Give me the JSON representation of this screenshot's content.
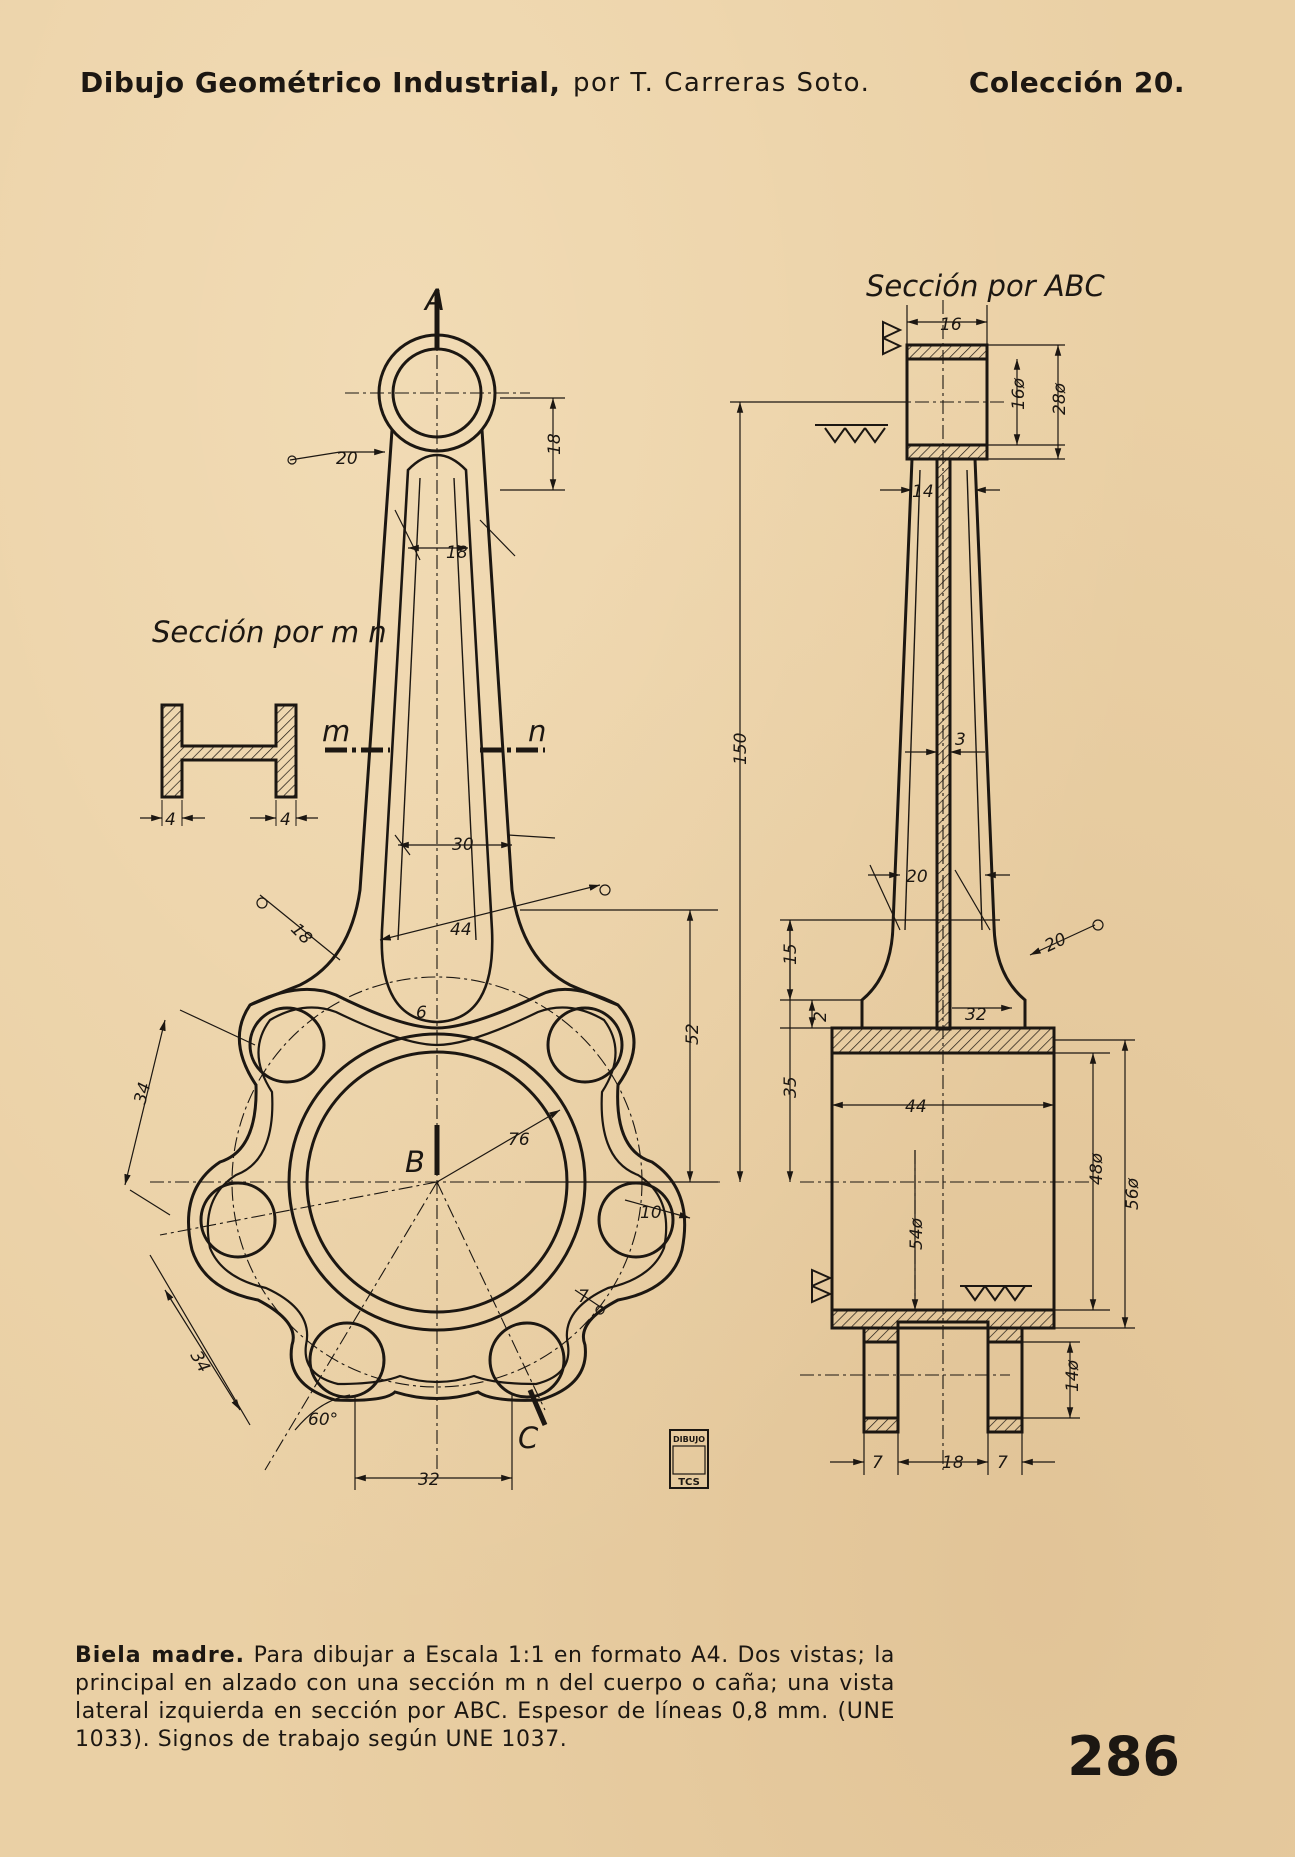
{
  "header": {
    "title": "Dibujo Geométrico Industrial,",
    "author": "por T. Carreras Soto.",
    "collection": "Colección 20."
  },
  "drawing": {
    "labels": {
      "section_abc": "Sección por ABC",
      "section_mn": "Sección por m n",
      "a": "A",
      "b": "B",
      "c": "C",
      "m": "m",
      "n": "n"
    },
    "dims_front": {
      "d20": "20",
      "d18_right": "18",
      "d18_shank": "18",
      "d30": "30",
      "d44": "44",
      "r18": "18",
      "r6": "6",
      "d52": "52",
      "d76": "76",
      "d10": "10",
      "d7": "7",
      "d34a": "34",
      "d34b": "34",
      "a60": "60°",
      "d32": "32",
      "d4a": "4",
      "d4b": "4"
    },
    "dims_side": {
      "d16": "16",
      "d16dia": "16ø",
      "d28dia": "28ø",
      "d14": "14",
      "d3": "3",
      "d20": "20",
      "d20r": "20",
      "d150": "150",
      "d15": "15",
      "d2": "2",
      "d32": "32",
      "d35": "35",
      "d44": "44",
      "d48dia": "48ø",
      "d56dia": "56ø",
      "d54dia": "54ø",
      "d14dia": "14ø",
      "d7a": "7",
      "d18": "18",
      "d7b": "7"
    },
    "stamp": {
      "top": "DIBUJO",
      "bottom": "TCS"
    }
  },
  "caption": {
    "bold": "Biela madre.",
    "text": " Para dibujar a Escala 1:1 en formato A4. Dos vistas; la principal en alzado con una sección m n del cuerpo o caña; una vista lateral izquierda en sección por ABC. Espesor de líneas 0,8 mm. (UNE 1033). Signos de trabajo según UNE 1037."
  },
  "page_number": "286"
}
